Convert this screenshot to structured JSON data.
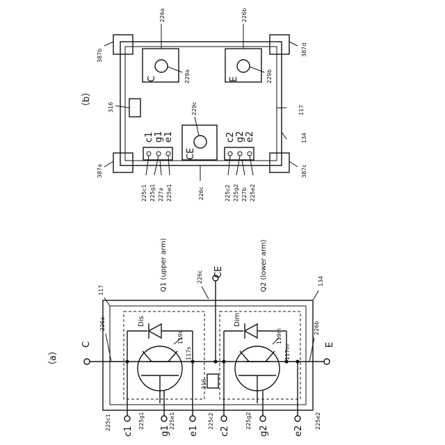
{
  "labels": {
    "panel_a": "（a）",
    "panel_b": "（b）",
    "a_C": "C",
    "a_E": "E",
    "a_CE": "CE",
    "a_Q1": "Q1 (upper arm)",
    "a_Q2": "Q2 (lower arm)",
    "a_Dis": "Dis",
    "a_Dim": "Dim",
    "a_c1": "c1",
    "a_g1": "g1",
    "a_e1": "e1",
    "a_c2": "c2",
    "a_g2": "g2",
    "a_e2": "e2",
    "a_117": "117",
    "a_134": "134",
    "a_226a": "226a",
    "a_226b": "226b",
    "a_226c": "226c",
    "a_119s": "119s",
    "a_117s": "117s",
    "a_119m": "119m",
    "a_117m": "117m",
    "a_316": "316",
    "a_225c1": "225c1",
    "a_225g1": "225g1",
    "a_225e1": "225e1",
    "a_225c2": "225c2",
    "a_225g2": "225g2",
    "a_225e2": "225e2",
    "b_C": "C",
    "b_E": "E",
    "b_CE": "CE",
    "b_c1": "c1",
    "b_g1": "g1",
    "b_e1": "e1",
    "b_c2": "c2",
    "b_g2": "g2",
    "b_e2": "e2",
    "b_226a": "226a",
    "b_226b": "226b",
    "b_226c": "226c",
    "b_229a": "229a",
    "b_229b": "229b",
    "b_229c": "229c",
    "b_387a": "387a",
    "b_387b": "387b",
    "b_387c": "387c",
    "b_387d": "387d",
    "b_316": "316",
    "b_117": "117",
    "b_134": "134",
    "b_225c1": "225c1",
    "b_225g1": "225g1",
    "b_227a": "227a",
    "b_225e1": "225e1",
    "b_225c2": "225c2",
    "b_225g2": "225g2",
    "b_227b": "227b",
    "b_225e2": "225e2"
  }
}
